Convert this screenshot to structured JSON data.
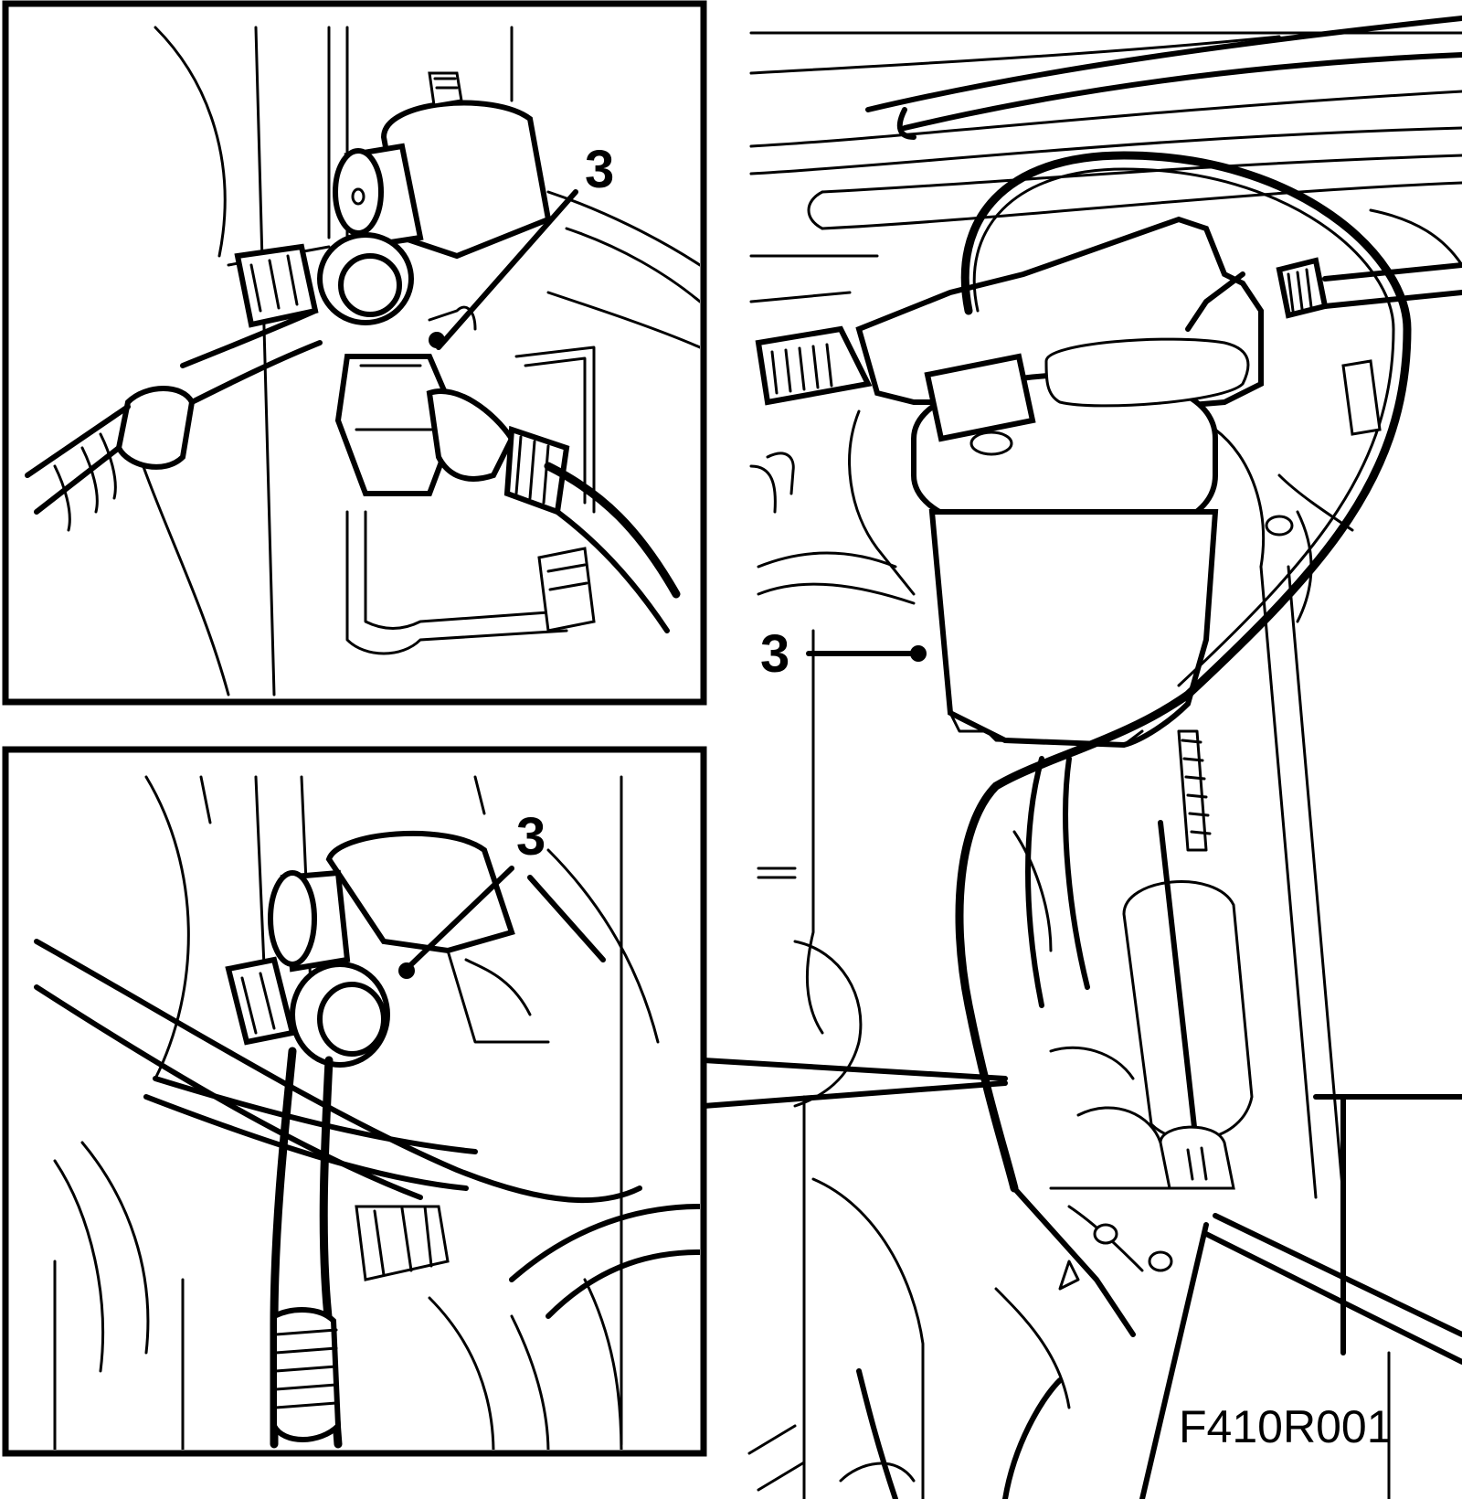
{
  "figure_id": "F410R001",
  "callouts": {
    "top_inset": "3",
    "bottom_inset": "3",
    "main_view": "3"
  },
  "colors": {
    "line": "#000000",
    "background": "#ffffff"
  }
}
